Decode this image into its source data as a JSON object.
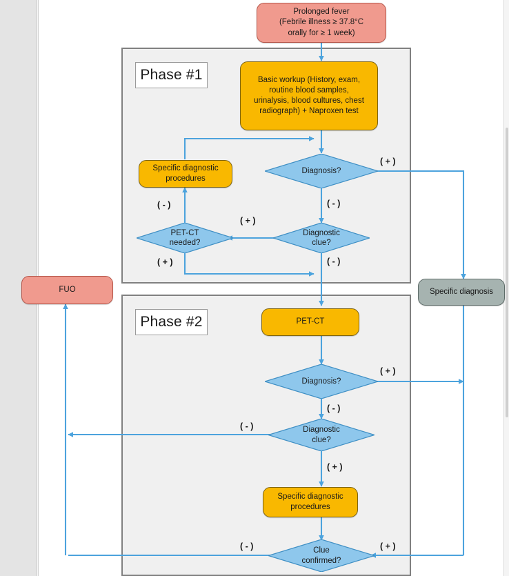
{
  "diagram": {
    "title": "Fever of unknown origin (FUO) diagnostic algorithm",
    "colors": {
      "process": "#f9b800",
      "process_border": "#7d6412",
      "decision": "#8ec7ec",
      "decision_border": "#3f8fc4",
      "terminal_start": "#f09a8e",
      "terminal_start_border": "#b5564a",
      "terminal_end": "#a6b3b0",
      "terminal_end_border": "#5d6b68",
      "connector": "#4ca3dd",
      "phase_fill": "#f0f0f0",
      "phase_border": "#808080",
      "page_background": "#ffffff",
      "app_background": "#e4e4e4"
    },
    "nodes": {
      "start": {
        "text": "Prolonged fever\n(Febrile illness ≥ 37.8°C\norally for ≥ 1 week)",
        "shape": "rounded-terminal",
        "type": "start"
      },
      "phase1_label": {
        "text": "Phase #1"
      },
      "basic_workup": {
        "text": "Basic workup (History, exam,\nroutine blood samples,\nurinalysis, blood cultures, chest\nradiograph) + Naproxen test",
        "shape": "rounded-process"
      },
      "p1_diagnosis": {
        "text": "Diagnosis?",
        "shape": "diamond"
      },
      "p1_specific_procedures": {
        "text": "Specific diagnostic\nprocedures",
        "shape": "rounded-process"
      },
      "p1_diagnostic_clue": {
        "text": "Diagnostic\nclue?",
        "shape": "diamond"
      },
      "p1_petct_needed": {
        "text": "PET-CT\nneeded?",
        "shape": "diamond"
      },
      "phase2_label": {
        "text": "Phase #2"
      },
      "petct": {
        "text": "PET-CT",
        "shape": "rounded-process"
      },
      "p2_diagnosis": {
        "text": "Diagnosis?",
        "shape": "diamond"
      },
      "p2_diagnostic_clue": {
        "text": "Diagnostic\nclue?",
        "shape": "diamond"
      },
      "p2_specific_procedures": {
        "text": "Specific diagnostic\nprocedures",
        "shape": "rounded-process"
      },
      "p2_clue_confirmed": {
        "text": "Clue\nconfirmed?",
        "shape": "diamond"
      },
      "fuo": {
        "text": "FUO",
        "shape": "rounded-terminal",
        "type": "end"
      },
      "specific_diagnosis": {
        "text": "Specific diagnosis",
        "shape": "rounded-terminal",
        "type": "end"
      }
    },
    "edge_labels": {
      "p1_diagnosis_pos": "( + )",
      "p1_diagnosis_neg": "( - )",
      "p1_clue_pos": "( + )",
      "p1_clue_neg": "( - )",
      "p1_petct_pos": "( + )",
      "p1_petct_neg": "( - )",
      "p2_diagnosis_pos": "( + )",
      "p2_diagnosis_neg": "( - )",
      "p2_clue_neg": "( - )",
      "p2_clue_pos": "( + )",
      "p2_confirmed_neg": "( - )",
      "p2_confirmed_pos": "( + )"
    }
  }
}
